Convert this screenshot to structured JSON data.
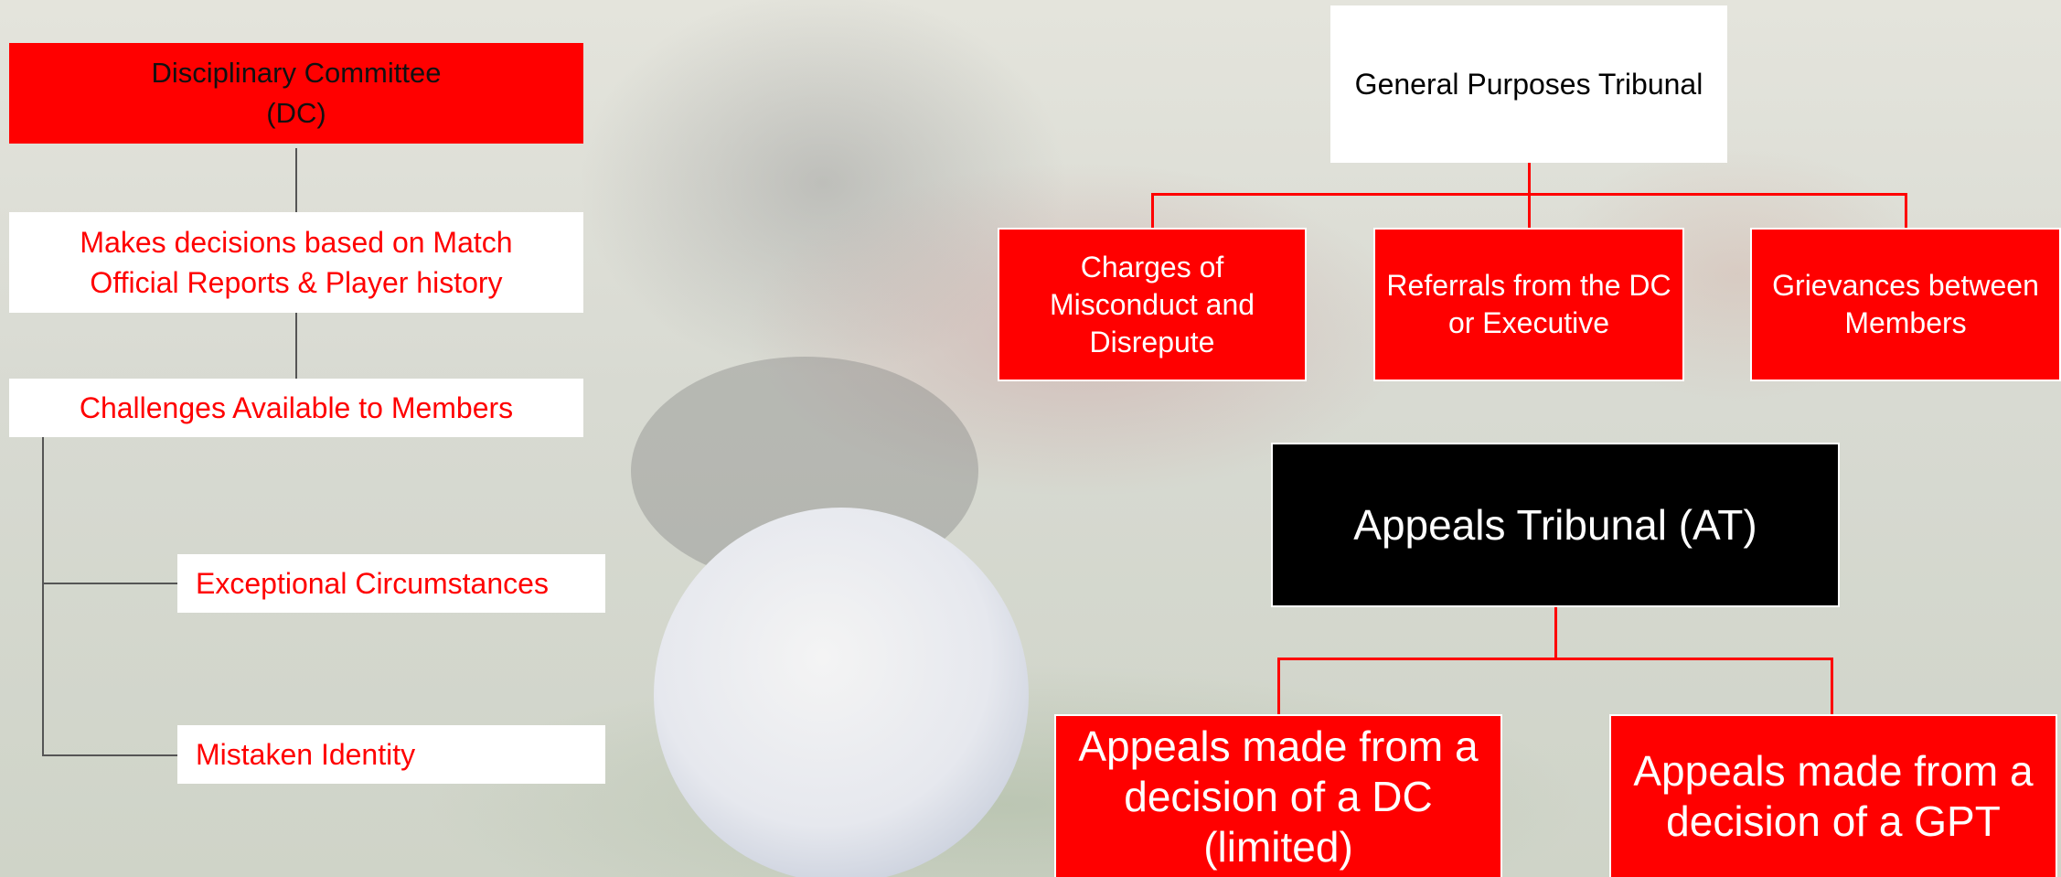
{
  "disciplinary_committee": {
    "title_line1": "Disciplinary Committee",
    "title_line2": "(DC)",
    "decision_line1": "Makes decisions based on Match",
    "decision_line2": "Official Reports & Player history",
    "challenges": "Challenges Available to Members",
    "exceptional": "Exceptional Circumstances",
    "mistaken": "Mistaken Identity"
  },
  "general_purposes_tribunal": {
    "title": "General Purposes Tribunal",
    "children": [
      {
        "line1": "Charges of",
        "line2": "Misconduct and",
        "line3": "Disrepute"
      },
      {
        "line1": "Referrals from the DC",
        "line2": "or Executive"
      },
      {
        "line1": "Grievances between",
        "line2": "Members"
      }
    ]
  },
  "appeals_tribunal": {
    "title": "Appeals Tribunal (AT)",
    "children": [
      {
        "line1": "Appeals made from a",
        "line2": "decision of a DC",
        "line3": "(limited)"
      },
      {
        "line1": "Appeals made from a",
        "line2": "decision of a GPT"
      }
    ]
  },
  "colors": {
    "accent": "#ff0000",
    "dark": "#000000",
    "light": "#ffffff"
  }
}
